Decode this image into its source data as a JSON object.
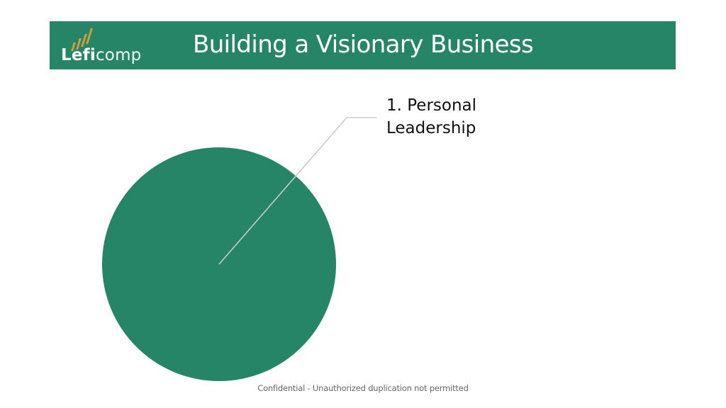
{
  "header": {
    "title": "Building a Visionary Business",
    "background_color": "#268567",
    "logo": {
      "text_bold": "Lefi",
      "text_light": "comp",
      "icon": "gold-bars-icon",
      "icon_color": "#d8b84a"
    }
  },
  "chart_data": {
    "type": "pie",
    "title": "",
    "categories": [
      "1. Personal Leadership"
    ],
    "values": [
      100
    ],
    "colors": [
      "#268567"
    ],
    "labels": [
      {
        "line1": "1. Personal",
        "line2": "Leadership",
        "position": "outside-top-right",
        "leader_line_color": "#c8ccc9"
      }
    ],
    "legend": "none"
  },
  "footer": {
    "text": "Confidential - Unauthorized duplication not permitted"
  }
}
